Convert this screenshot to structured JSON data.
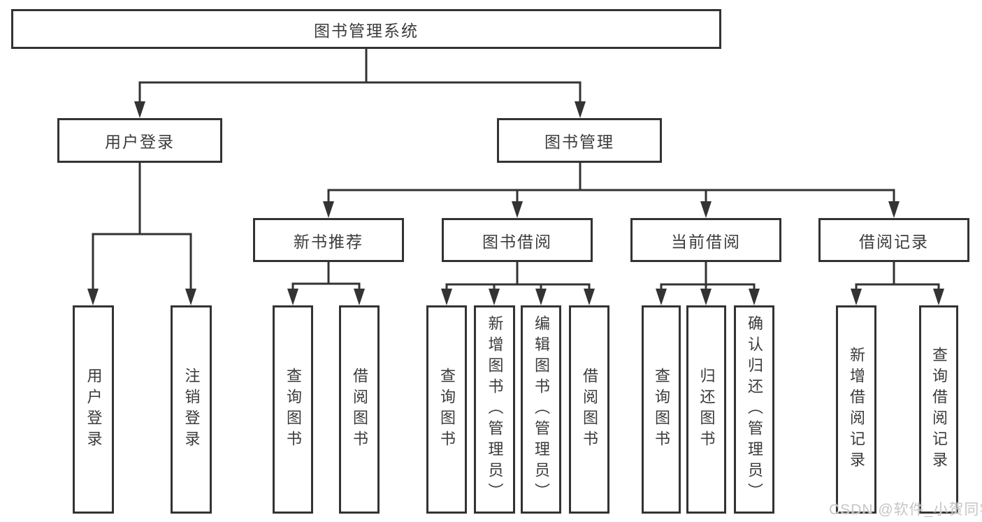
{
  "tree": {
    "label": "图书管理系统",
    "children": [
      {
        "label": "用户登录",
        "children": [
          {
            "label": "用户登录"
          },
          {
            "label": "注销登录"
          }
        ]
      },
      {
        "label": "图书管理",
        "children": [
          {
            "label": "新书推荐",
            "children": [
              {
                "label": "查询图书"
              },
              {
                "label": "借阅图书"
              }
            ]
          },
          {
            "label": "图书借阅",
            "children": [
              {
                "label": "查询图书"
              },
              {
                "label": "新增图书（管理员）"
              },
              {
                "label": "编辑图书（管理员）"
              },
              {
                "label": "借阅图书"
              }
            ]
          },
          {
            "label": "当前借阅",
            "children": [
              {
                "label": "查询图书"
              },
              {
                "label": "归还图书"
              },
              {
                "label": "确认归还（管理员）"
              }
            ]
          },
          {
            "label": "借阅记录",
            "children": [
              {
                "label": "新增借阅记录"
              },
              {
                "label": "查询借阅记录"
              }
            ]
          }
        ]
      }
    ]
  },
  "watermark": {
    "text": "CSDN @软件_小贺同学"
  },
  "colors": {
    "line": "#333333",
    "box_border": "#333333",
    "box_background": "#ffffff",
    "text": "#3b3b3b",
    "watermark": "#c6c6c6",
    "page_background": "#ffffff"
  }
}
